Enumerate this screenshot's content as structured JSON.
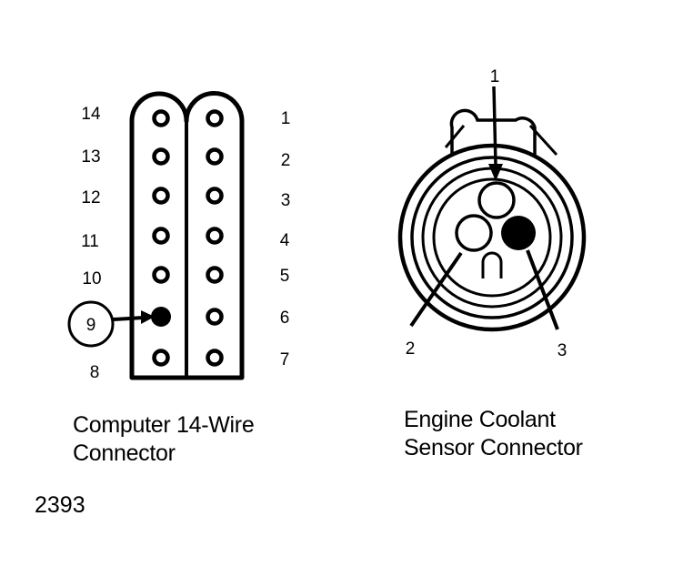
{
  "computer_connector": {
    "caption_line1": "Computer 14-Wire",
    "caption_line2": "Connector",
    "left_pins": [
      "14",
      "13",
      "12",
      "11",
      "10",
      "9",
      "8"
    ],
    "right_pins": [
      "1",
      "2",
      "3",
      "4",
      "5",
      "6",
      "7"
    ],
    "highlighted_pin": "9"
  },
  "coolant_sensor_connector": {
    "caption_line1": "Engine Coolant",
    "caption_line2": "Sensor Connector",
    "terminal_labels": [
      "1",
      "2",
      "3"
    ]
  },
  "figure_number": "2393"
}
